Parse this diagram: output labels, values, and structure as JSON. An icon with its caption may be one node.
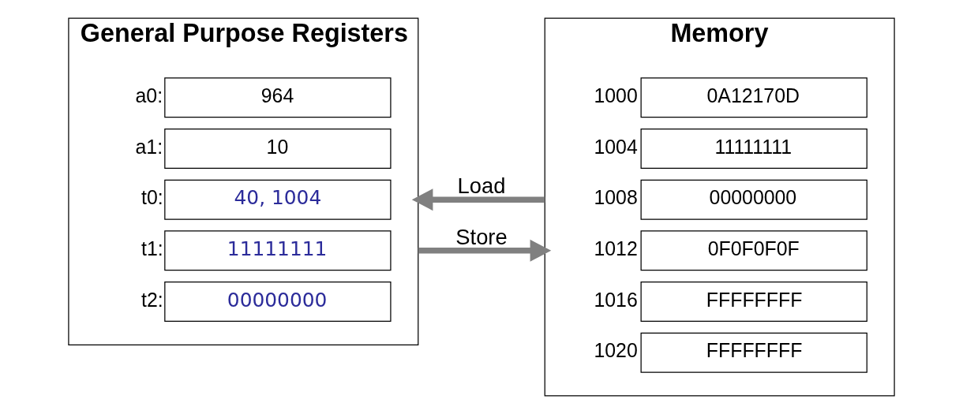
{
  "diagram": {
    "nodes": [
      {
        "text": [
          "General Purpose Registers"
        ]
      },
      {
        "text": [
          "964"
        ],
        "in": 0,
        "beside": [
          "a0:"
        ]
      },
      {
        "text": [
          "10"
        ],
        "in": 0,
        "beside": [
          "a1:"
        ]
      },
      {
        "text": [
          "40, 1004"
        ],
        "in": 0,
        "beside": [
          "t0:"
        ]
      },
      {
        "text": [
          "11111111"
        ],
        "in": 0,
        "beside": [
          "t1:"
        ]
      },
      {
        "text": [
          "00000000"
        ],
        "in": 0,
        "beside": [
          "t2:"
        ]
      },
      {
        "text": [
          "Memory"
        ]
      },
      {
        "text": [
          "0A12170D"
        ],
        "in": 6,
        "beside": [
          "1000"
        ]
      },
      {
        "text": [
          "11111111"
        ],
        "in": 6,
        "beside": [
          "1004"
        ]
      },
      {
        "text": [
          "00000000"
        ],
        "in": 6,
        "beside": [
          "1008"
        ]
      },
      {
        "text": [
          "0F0F0F0F"
        ],
        "in": 6,
        "beside": [
          "1012"
        ]
      },
      {
        "text": [
          "FFFFFFFF"
        ],
        "in": 6,
        "beside": [
          "1016"
        ]
      },
      {
        "text": [
          "FFFFFFFF"
        ],
        "in": 6,
        "beside": [
          "1020"
        ]
      }
    ],
    "edges": [
      {
        "from": 6,
        "to": 0,
        "arrow": "to",
        "label": "Load"
      },
      {
        "from": 0,
        "to": 6,
        "arrow": "to",
        "label": "Store"
      }
    ]
  }
}
